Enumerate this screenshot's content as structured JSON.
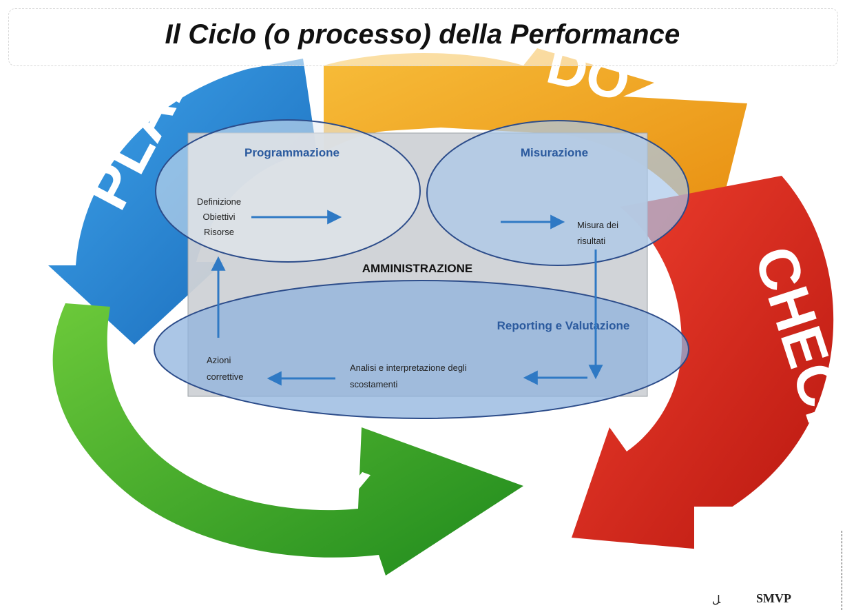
{
  "title": "Il Ciclo (o processo) della Performance",
  "cycle": {
    "plan": "PLAN",
    "do": "DO",
    "check": "CHECK",
    "act": "ACT",
    "colors": {
      "plan": "#1f86d6",
      "do": "#f2a21e",
      "check": "#d8231c",
      "act": "#3aa52c"
    }
  },
  "center": {
    "label": "AMMINISTRAZIONE",
    "programmazione": {
      "title": "Programmazione",
      "lines": [
        "Definizione",
        "Obiettivi",
        "Risorse"
      ]
    },
    "misurazione": {
      "title": "Misurazione",
      "lines": [
        "Misura dei",
        "risultati"
      ]
    },
    "reporting": {
      "title": "Reporting e Valutazione",
      "analisi": [
        "Analisi e interpretazione degli",
        "scostamenti"
      ],
      "azioni": [
        "Azioni",
        "correttive"
      ]
    }
  },
  "footer": {
    "smvp": "SMVP",
    "glyph": "ﻞ"
  }
}
